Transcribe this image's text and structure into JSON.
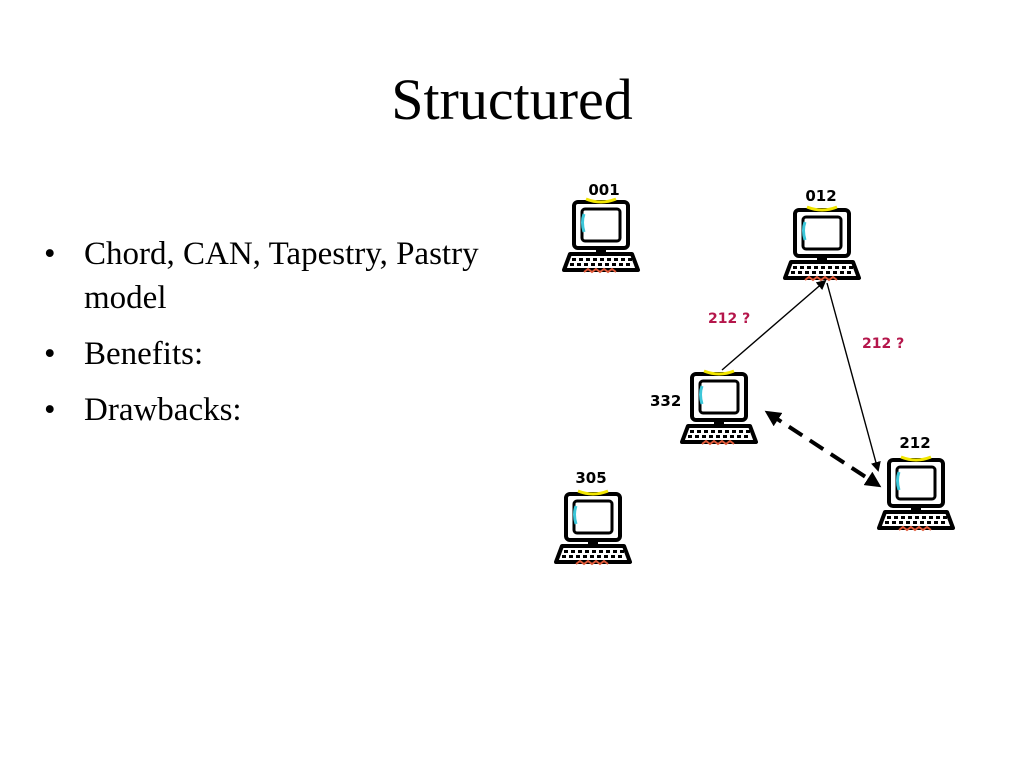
{
  "slide": {
    "title": "Structured",
    "bullets": [
      {
        "marker": "•",
        "text": "Chord, CAN, Tapestry, Pastry model"
      },
      {
        "marker": "•",
        "text": "Benefits:"
      },
      {
        "marker": "•",
        "text": "Drawbacks:"
      }
    ]
  },
  "diagram": {
    "nodes": [
      {
        "id": "001",
        "icon": "computer-icon"
      },
      {
        "id": "012",
        "icon": "computer-icon"
      },
      {
        "id": "332",
        "icon": "computer-icon"
      },
      {
        "id": "305",
        "icon": "computer-icon"
      },
      {
        "id": "212",
        "icon": "computer-icon"
      }
    ],
    "edges": [
      {
        "from": "332",
        "to": "012",
        "style": "solid",
        "arrow": "to",
        "label": "212 ?"
      },
      {
        "from": "012",
        "to": "212",
        "style": "solid",
        "arrow": "to",
        "label": "212 ?"
      },
      {
        "from": "332",
        "to": "212",
        "style": "dashed",
        "arrow": "both",
        "label": ""
      }
    ],
    "colors": {
      "query_label": "#b5164b",
      "screen": "#3cc7d9",
      "keyboard_accent": "#e05a3a",
      "monitor_top": "#f2e600"
    }
  }
}
